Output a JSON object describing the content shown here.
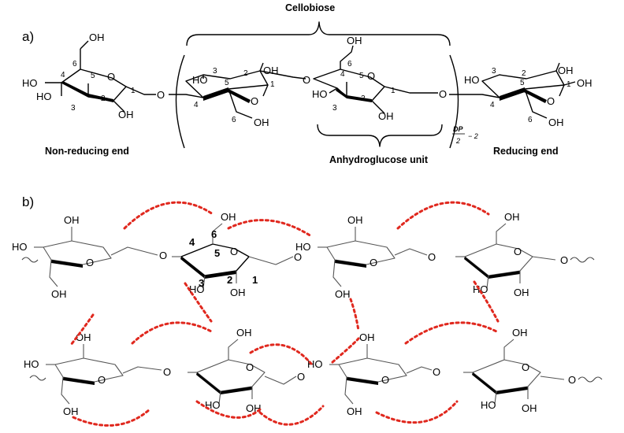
{
  "panels": {
    "a": "a)",
    "b": "b)"
  },
  "labels": {
    "cellobiose": "Cellobiose",
    "non_reducing_end": "Non-reducing end",
    "anhydroglucose_unit": "Anhydroglucose unit",
    "reducing_end": "Reducing end",
    "dp_numerator": "DP",
    "dp_denominator": "2",
    "dp_minus": "− 2"
  },
  "atoms": {
    "hydroxyl": "OH",
    "hydroxyl_left": "HO",
    "oxygen": "O"
  },
  "carbon_numbers": [
    "1",
    "2",
    "3",
    "4",
    "5",
    "6"
  ],
  "colors": {
    "hydrogen_bond": "#e0281e",
    "bond": "#000000",
    "text": "#000000"
  }
}
